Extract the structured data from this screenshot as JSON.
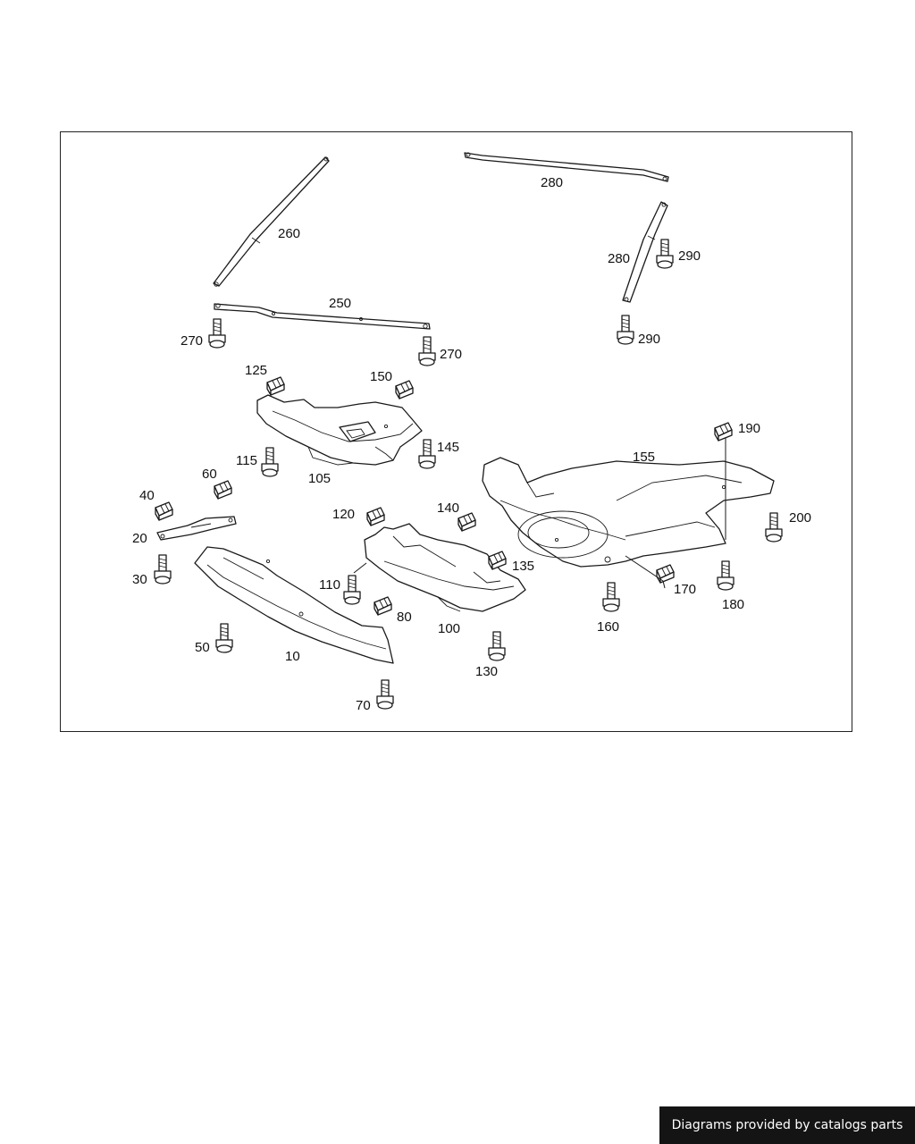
{
  "callouts": {
    "c10": "10",
    "c20": "20",
    "c30": "30",
    "c40": "40",
    "c50": "50",
    "c60": "60",
    "c70": "70",
    "c80": "80",
    "c100": "100",
    "c105": "105",
    "c110": "110",
    "c115": "115",
    "c120": "120",
    "c125": "125",
    "c130": "130",
    "c135": "135",
    "c140": "140",
    "c145": "145",
    "c150": "150",
    "c155": "155",
    "c160": "160",
    "c170": "170",
    "c180": "180",
    "c190": "190",
    "c200": "200",
    "c250": "250",
    "c260": "260",
    "c270": "270",
    "c280": "280",
    "c290": "290"
  },
  "footer": {
    "credit": "Diagrams provided by catalogs parts"
  }
}
